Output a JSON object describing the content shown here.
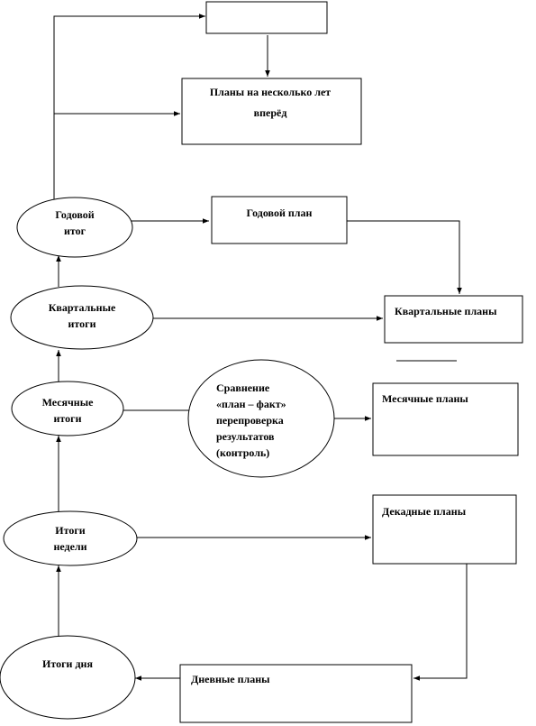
{
  "boxes": {
    "top_empty": "",
    "multi_year_1": "Планы на несколько лет",
    "multi_year_2": "вперёд",
    "annual_plan": "Годовой план",
    "quarterly_plans": "Квартальные планы",
    "monthly_plans": "Месячные планы",
    "decade_plans": "Декадные планы",
    "daily_plans": "Дневные планы"
  },
  "ellipses": {
    "annual_1": "Годовой",
    "annual_2": "итог",
    "quarterly_1": "Квартальные",
    "quarterly_2": "итоги",
    "monthly_1": "Месячные",
    "monthly_2": "итоги",
    "week_1": "Итоги",
    "week_2": "недели",
    "day_1": "Итоги дня",
    "compare_1": "Сравнение",
    "compare_2": "«план – факт»",
    "compare_3": "перепроверка",
    "compare_4": "результатов",
    "compare_5": "(контроль)"
  }
}
